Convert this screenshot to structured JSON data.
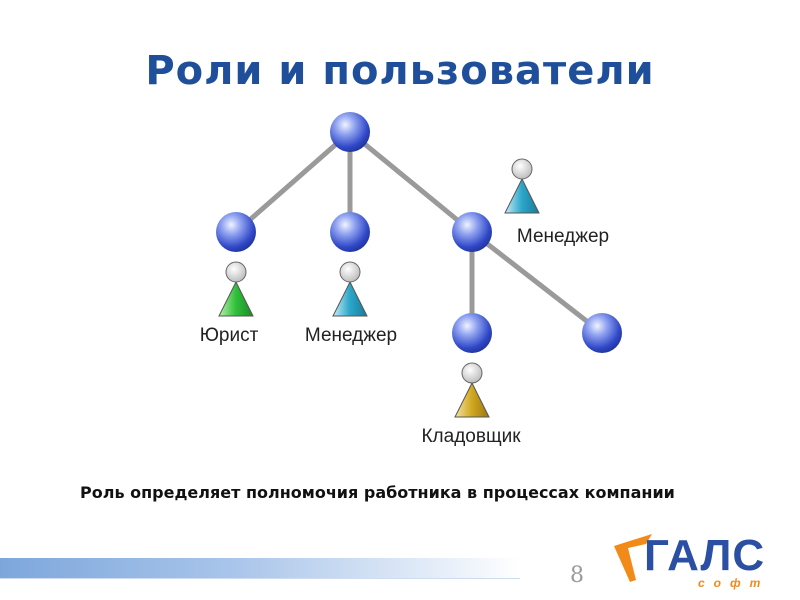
{
  "title": "Роли и пользователи",
  "nodes": {
    "root": {},
    "child_left": {},
    "child_mid": {},
    "child_right": {},
    "grand_left": {},
    "grand_right": {}
  },
  "users": {
    "jurist": {
      "label": "Юрист",
      "color": "#2fbf3a"
    },
    "manager_mid": {
      "label": "Менеджер",
      "color": "#2aa6c9"
    },
    "manager_right": {
      "label": "Менеджер",
      "color": "#2aa6c9"
    },
    "storekeeper": {
      "label": "Кладовщик",
      "color": "#d1a71f"
    }
  },
  "caption": "Роль определяет полномочия работника в процессах компании",
  "page_number": "8",
  "logo": {
    "main": "ГАЛС",
    "sub": "софт"
  },
  "colors": {
    "title": "#1f4f9a",
    "edge": "#9a9a9a",
    "node": "#3a57d6"
  }
}
